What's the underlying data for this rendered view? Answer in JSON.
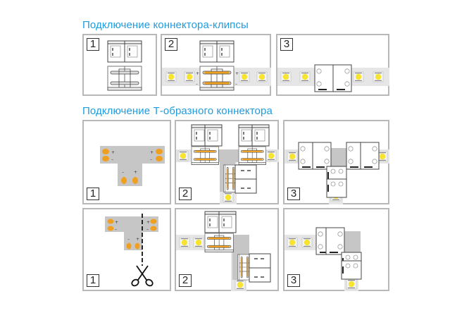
{
  "section_clip": {
    "title": "Подключение коннектора-клипсы",
    "steps": [
      "1",
      "2",
      "3"
    ]
  },
  "section_t": {
    "title": "Подключение Т-образного коннектора",
    "row1_steps": [
      "1",
      "2",
      "3"
    ],
    "row2_steps": [
      "1",
      "2",
      "3"
    ]
  },
  "signs": {
    "plus": "+",
    "minus": "–"
  },
  "colors": {
    "title": "#1e9ce0",
    "border": "#b8b8b8",
    "strip": "#e6e6e6",
    "board": "#c6c6c6",
    "pad": "#f0a020",
    "led": "#f6e431"
  },
  "icons": [
    "led-icon",
    "connector-housing-icon",
    "closed-connector-icon",
    "scissors-icon"
  ]
}
